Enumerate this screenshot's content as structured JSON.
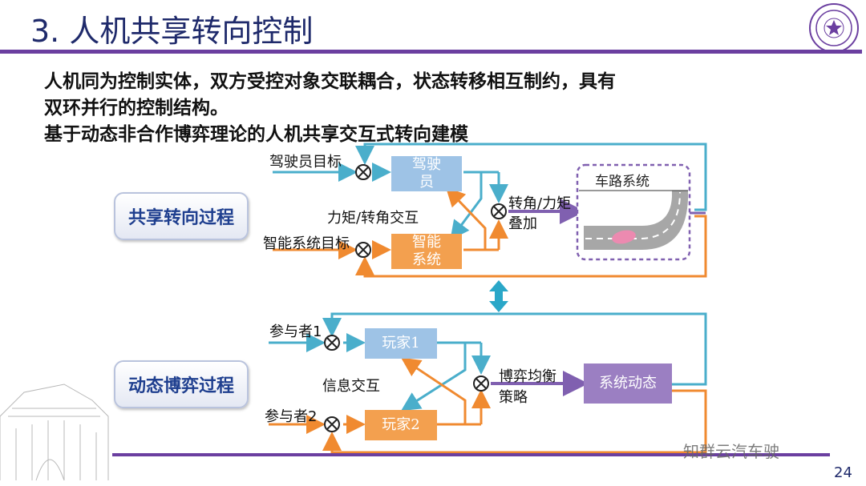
{
  "slide": {
    "title": "3. 人机共享转向控制",
    "bullets": [
      "人机同为控制实体，双方受控对象交联耦合，状态转移相互制约，具有",
      "双环并行的控制结构。",
      "基于动态非合作博弈理论的人机共享交互式转向建模"
    ],
    "page_number": "24",
    "watermark": "知群云汽车驶"
  },
  "colors": {
    "accent_purple": "#6b3fa0",
    "title_navy": "#1f2a6b",
    "blue_box": "#9ec3e6",
    "orange_box": "#f3a04f",
    "purple_box": "#9b7fc2",
    "line_blue": "#4aaecb",
    "line_orange": "#f08a30",
    "arrow_purple": "#8060b0"
  },
  "upper": {
    "section_label": "共享转向过程",
    "input_top": "驾驶员目标",
    "input_bottom": "智能系统目标",
    "box_top": [
      "驾驶",
      "员"
    ],
    "box_bottom": [
      "智能",
      "系统"
    ],
    "cross_label": "力矩/转角交互",
    "sum_label": [
      "转角/力矩",
      "叠加"
    ],
    "plant_label": "车路系统"
  },
  "lower": {
    "section_label": "动态博弈过程",
    "input_top": "参与者1",
    "input_bottom": "参与者2",
    "box_top": "玩家1",
    "box_bottom": "玩家2",
    "cross_label": "信息交互",
    "sum_label": [
      "博弈均衡",
      "策略"
    ],
    "plant_label": "系统动态"
  }
}
